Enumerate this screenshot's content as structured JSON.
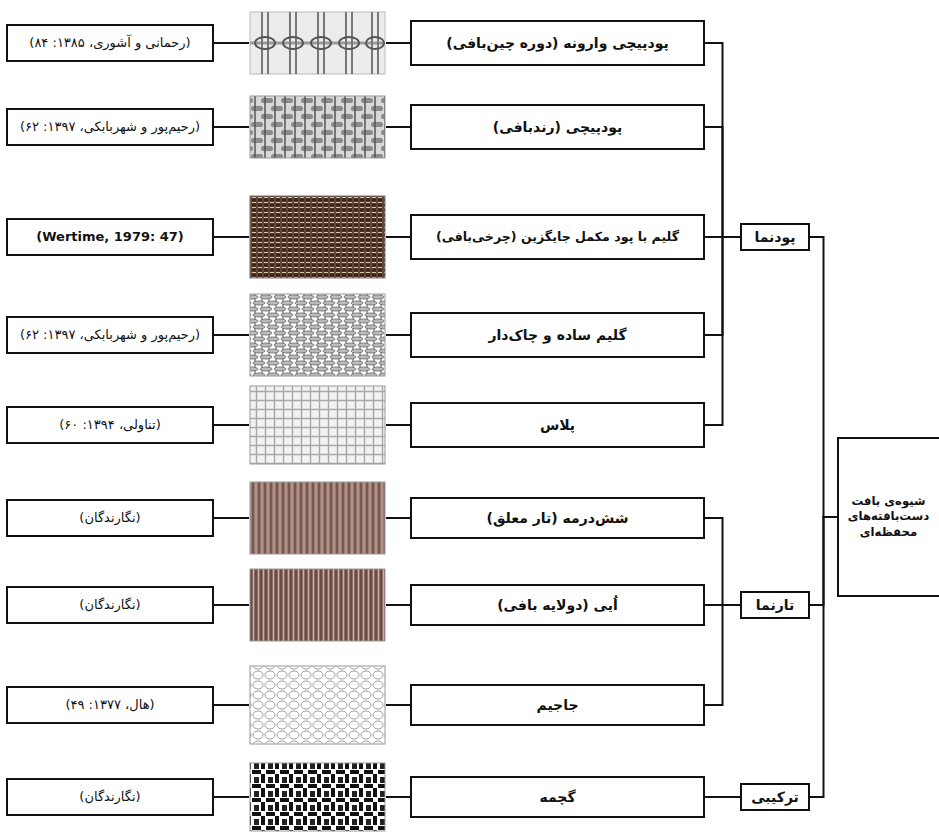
{
  "diagram": {
    "nodes": [
      {
        "text": [
          "شیوه‌ی بافت دست‌بافته‌های محفظه‌ای"
        ]
      },
      {
        "text": [
          "پودنما"
        ]
      },
      {
        "text": [
          "تارنما"
        ]
      },
      {
        "text": [
          "ترکیبی"
        ]
      },
      {
        "text": [
          "پودپیچی وارونه (دوره چین‌بافی)"
        ]
      },
      {
        "text": [
          "پودپیچی (رندبافی)"
        ]
      },
      {
        "text": [
          "گلیم با پود مکمل جایگزین (چرخی‌بافی)"
        ]
      },
      {
        "text": [
          "گلیم ساده و چاک‌دار"
        ]
      },
      {
        "text": [
          "پلاس"
        ]
      },
      {
        "text": [
          "شش‌درمه (تار معلق)"
        ]
      },
      {
        "text": [
          "اُیی (دولایه بافی)"
        ]
      },
      {
        "text": [
          "جاجیم"
        ]
      },
      {
        "text": [
          "گچمه"
        ]
      },
      {
        "text": [
          "(رحمانی و آشوری، ۱۳۸۵: ۸۴)"
        ]
      },
      {
        "text": [
          "(رحیم‌پور و شهربابکی، ۱۳۹۷: ۶۲)"
        ]
      },
      {
        "text": [
          "(Wertime, 1979: 47)"
        ]
      },
      {
        "text": [
          "(رحیم‌پور و شهربابکی، ۱۳۹۷: ۶۲)"
        ]
      },
      {
        "text": [
          "(تناولی، ۱۳۹۴: ۶۰)"
        ]
      },
      {
        "text": [
          "(نگارندگان)"
        ]
      },
      {
        "text": [
          "(نگارندگان)"
        ]
      },
      {
        "text": [
          "(هال، ۱۳۷۷: ۴۹)"
        ]
      },
      {
        "text": [
          "(نگارندگان)"
        ]
      }
    ],
    "edges": [
      {
        "from": 0,
        "to": 1,
        "arrow": "none"
      },
      {
        "from": 0,
        "to": 2,
        "arrow": "none"
      },
      {
        "from": 0,
        "to": 3,
        "arrow": "none"
      },
      {
        "from": 1,
        "to": 4,
        "arrow": "none"
      },
      {
        "from": 1,
        "to": 5,
        "arrow": "none"
      },
      {
        "from": 1,
        "to": 6,
        "arrow": "none"
      },
      {
        "from": 1,
        "to": 7,
        "arrow": "none"
      },
      {
        "from": 1,
        "to": 8,
        "arrow": "none"
      },
      {
        "from": 2,
        "to": 9,
        "arrow": "none"
      },
      {
        "from": 2,
        "to": 10,
        "arrow": "none"
      },
      {
        "from": 2,
        "to": 11,
        "arrow": "none"
      },
      {
        "from": 3,
        "to": 12,
        "arrow": "none"
      },
      {
        "from": 4,
        "to": 13,
        "arrow": "none"
      },
      {
        "from": 5,
        "to": 14,
        "arrow": "none"
      },
      {
        "from": 6,
        "to": 15,
        "arrow": "none"
      },
      {
        "from": 7,
        "to": 16,
        "arrow": "none"
      },
      {
        "from": 8,
        "to": 17,
        "arrow": "none"
      },
      {
        "from": 9,
        "to": 18,
        "arrow": "none"
      },
      {
        "from": 10,
        "to": 19,
        "arrow": "none"
      },
      {
        "from": 11,
        "to": 20,
        "arrow": "none"
      },
      {
        "from": 12,
        "to": 21,
        "arrow": "none"
      }
    ]
  }
}
